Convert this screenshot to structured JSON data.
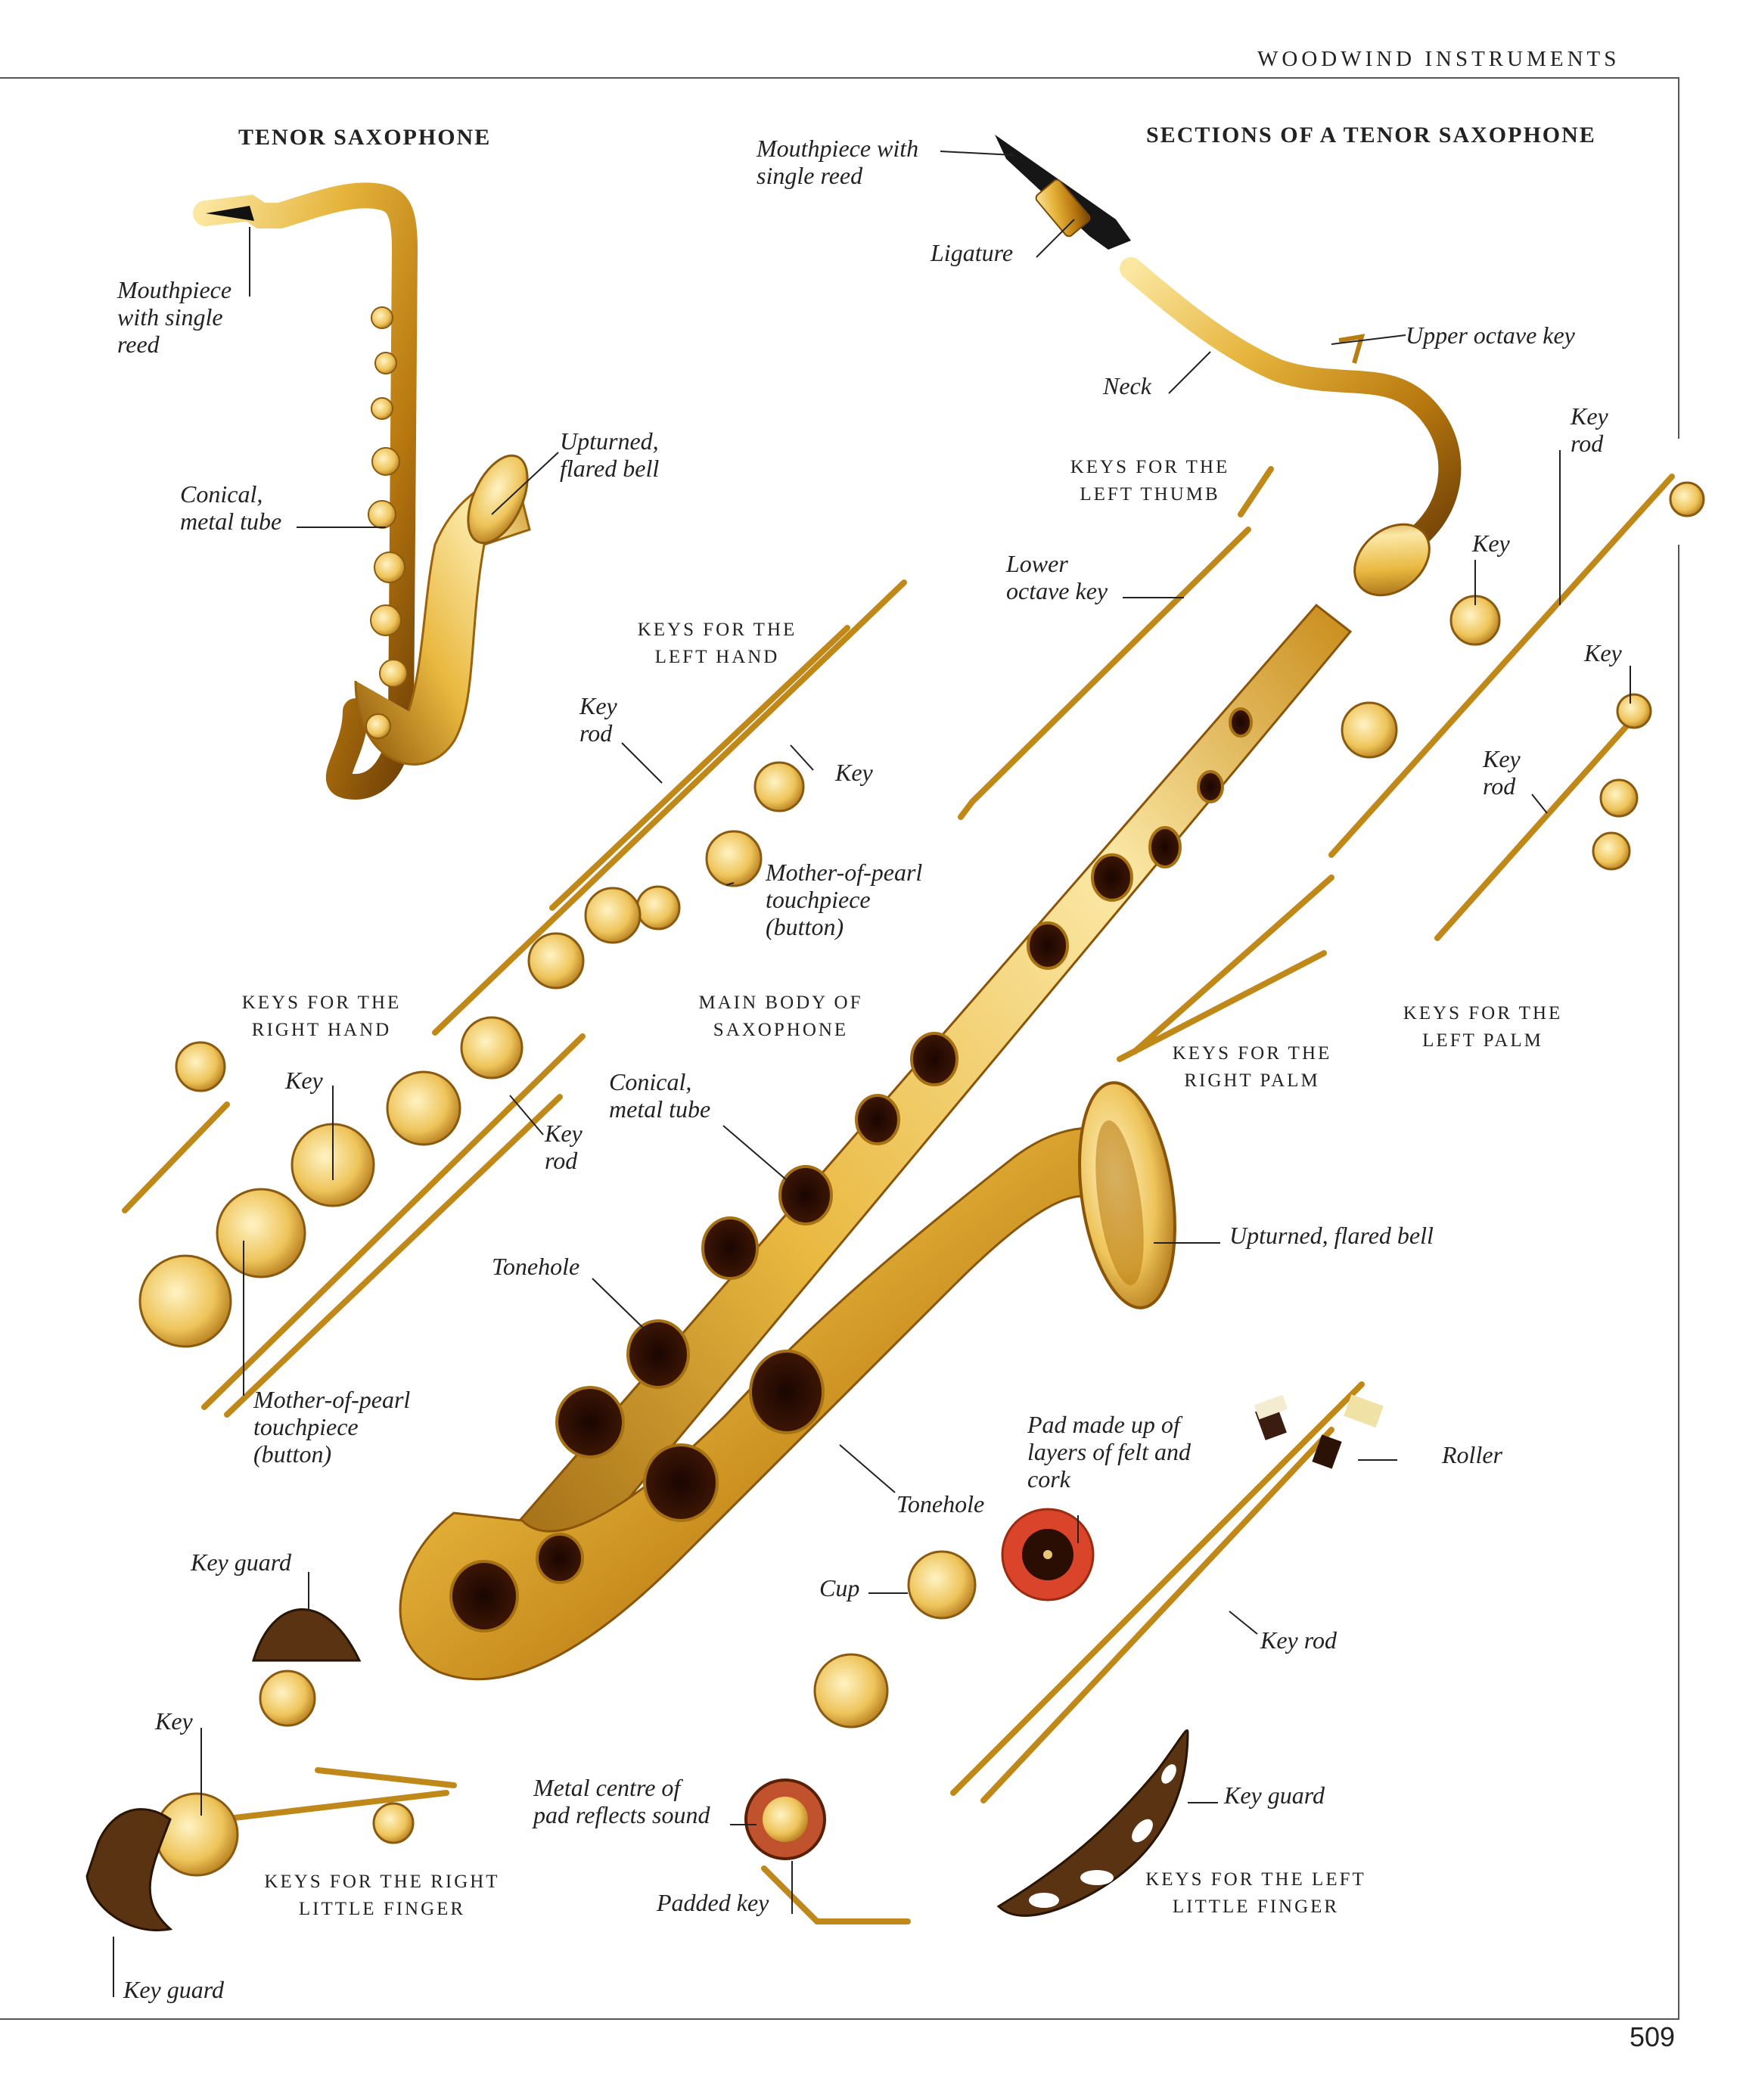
{
  "header": {
    "section": "WOODWIND INSTRUMENTS",
    "page_number": "509"
  },
  "left_panel": {
    "title": "TENOR SAXOPHONE",
    "labels": {
      "mouthpiece": "Mouthpiece\nwith single\nreed",
      "bell": "Upturned,\nflared bell",
      "tube": "Conical,\nmetal tube"
    }
  },
  "right_panel": {
    "title": "SECTIONS OF A TENOR SAXOPHONE",
    "labels": {
      "mouthpiece": "Mouthpiece with\nsingle reed",
      "ligature": "Ligature",
      "upper_octave": "Upper octave key",
      "neck": "Neck",
      "key_rod_top_right": "Key\nrod",
      "key_right_1": "Key",
      "key_right_2": "Key",
      "key_rod_right_2": "Key\nrod",
      "lower_octave": "Lower\noctave key",
      "key_rod_left_hand": "Key\nrod",
      "key_left_hand": "Key",
      "mop_left_hand": "Mother-of-pearl\ntouchpiece\n(button)",
      "key_right_hand": "Key",
      "key_rod_right_hand": "Key\nrod",
      "tube": "Conical,\nmetal tube",
      "bell": "Upturned, flared bell",
      "tonehole_1": "Tonehole",
      "tonehole_2": "Tonehole",
      "mop_right_hand": "Mother-of-pearl\ntouchpiece\n(button)",
      "pad": "Pad made up of\nlayers of felt and\ncork",
      "roller": "Roller",
      "cup": "Cup",
      "key_rod_bottom": "Key rod",
      "key_guard_left": "Key guard",
      "key_rlf": "Key",
      "metal_centre": "Metal centre of\npad reflects sound",
      "padded_key": "Padded key",
      "key_guard_right": "Key guard",
      "key_guard_bottom": "Key guard"
    },
    "groups": {
      "left_thumb": "KEYS FOR THE\nLEFT THUMB",
      "left_hand": "KEYS FOR THE\nLEFT HAND",
      "right_hand": "KEYS FOR THE\nRIGHT HAND",
      "main_body": "MAIN BODY OF\nSAXOPHONE",
      "right_palm": "KEYS FOR THE\nRIGHT PALM",
      "left_palm": "KEYS FOR THE\nLEFT PALM",
      "right_little": "KEYS FOR THE RIGHT\nLITTLE FINGER",
      "left_little": "KEYS FOR THE LEFT\nLITTLE FINGER"
    }
  },
  "colors": {
    "brass_light": "#f6d36a",
    "brass_mid": "#d69a1e",
    "brass_dark": "#7a4a08",
    "pad_red": "#d9442a",
    "hole": "#2a0e04"
  }
}
